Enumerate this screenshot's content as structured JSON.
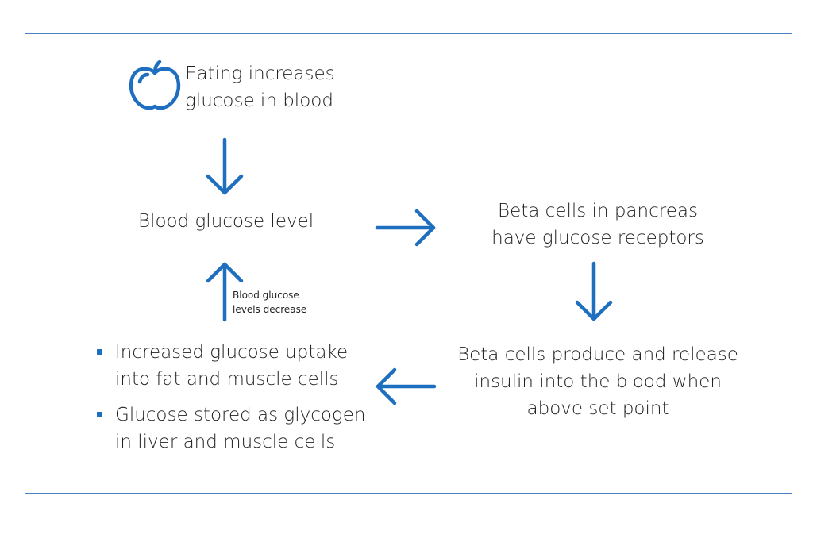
{
  "diagram": {
    "eating_line1": "Eating increases",
    "eating_line2": "glucose in blood",
    "blood_glucose": "Blood glucose level",
    "beta_receptors_line1": "Beta cells in pancreas",
    "beta_receptors_line2": "have glucose receptors",
    "beta_insulin_line1": "Beta cells produce and release",
    "beta_insulin_line2": "insulin into the blood when",
    "beta_insulin_line3": "above set point",
    "decrease_line1": "Blood glucose",
    "decrease_line2": "levels decrease",
    "bullets": [
      {
        "line1": "Increased glucose uptake",
        "line2": "into fat and muscle cells"
      },
      {
        "line1": "Glucose stored as glycogen",
        "line2": "in liver and muscle cells"
      }
    ]
  },
  "colors": {
    "accent": "#1e6fbf",
    "frame": "#4a86c5"
  },
  "icons": {
    "apple": "apple-icon"
  }
}
